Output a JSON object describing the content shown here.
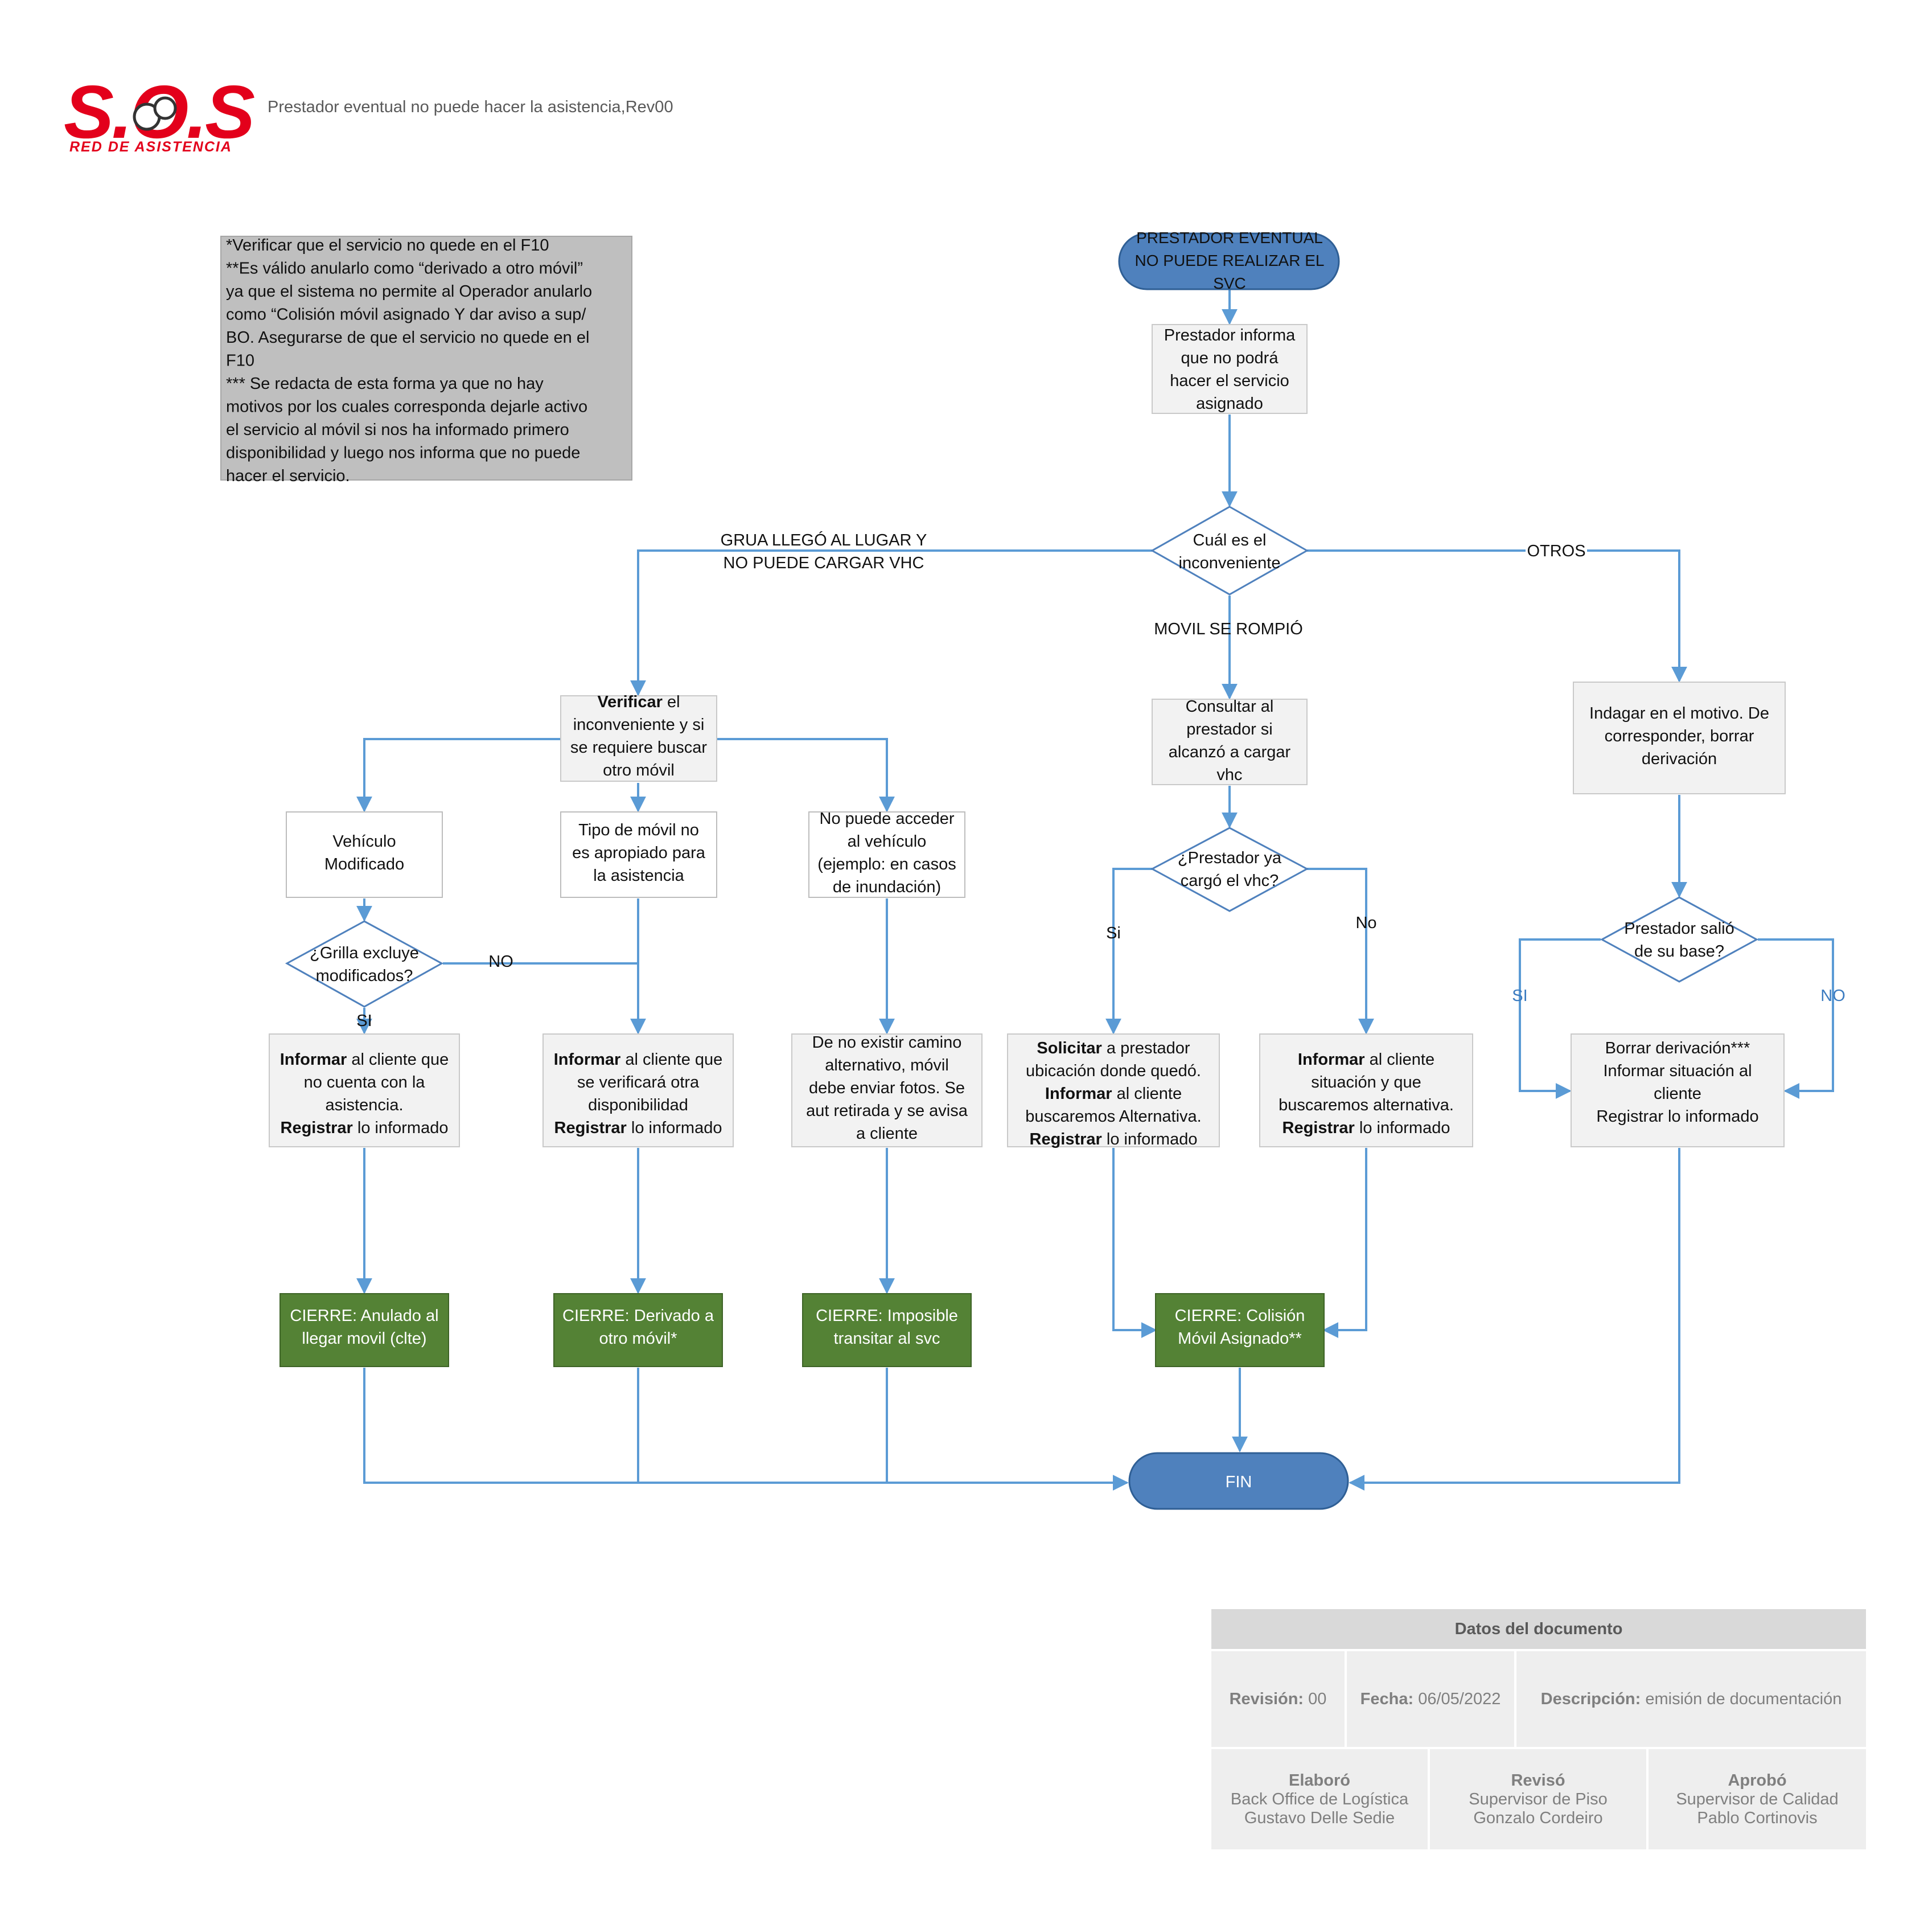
{
  "header": {
    "logo_text": "S.O.S",
    "logo_subtitle": "RED DE ASISTENCIA",
    "title": "Prestador eventual no puede hacer la asistencia,Rev00"
  },
  "note": {
    "lines": [
      "*Verificar que el servicio no quede en el F10",
      "**Es válido anularlo como “derivado a otro móvil”",
      "ya que el sistema no permite al Operador anularlo",
      "como “Colisión móvil asignado Y dar aviso a sup/",
      "BO. Asegurarse de que el servicio no quede en el",
      "F10",
      "*** Se redacta de esta forma ya que no hay",
      "motivos por los cuales corresponda dejarle activo",
      "el servicio al móvil si nos ha informado primero",
      "disponibilidad y luego nos informa que no puede",
      "hacer el servicio."
    ]
  },
  "flow": {
    "start": [
      "PRESTADOR EVENTUAL",
      "NO PUEDE REALIZAR EL",
      "SVC"
    ],
    "informa": [
      "Prestador informa",
      "que no podrá",
      "hacer el servicio",
      "asignado"
    ],
    "decision_main": [
      "Cuál es el",
      "inconveniente"
    ],
    "label_grua": [
      "GRUA LLEGÓ AL LUGAR Y",
      "NO PUEDE CARGAR VHC"
    ],
    "label_movil": "MOVIL SE ROMPIÓ",
    "label_otros": "OTROS",
    "verificar": {
      "bold": "Verificar",
      "rest1": " el",
      "lines": [
        "inconveniente y si",
        "se requiere buscar",
        "otro móvil"
      ]
    },
    "vehiculo_mod": [
      "Vehículo",
      "Modificado"
    ],
    "tipo_movil": [
      "Tipo de móvil no",
      "es apropiado para",
      "la asistencia"
    ],
    "no_acceder": [
      "No puede acceder",
      "al vehículo",
      "(ejemplo: en casos",
      "de inundación)"
    ],
    "grilla": [
      "¿Grilla excluye",
      "modificados?"
    ],
    "label_grilla_no": "NO",
    "label_grilla_si": "SI",
    "info_no_cuenta": {
      "b1": "Informar",
      "r1": " al cliente que",
      "lines": [
        "no cuenta con la",
        "asistencia."
      ],
      "b2": "Registrar",
      "r2": " lo informado"
    },
    "info_verificara": {
      "b1": "Informar",
      "r1": " al cliente que",
      "lines": [
        "se verificará otra",
        "disponibilidad"
      ],
      "b2": "Registrar",
      "r2": " lo informado"
    },
    "no_camino": [
      "De no existir camino",
      "alternativo, móvil",
      "debe enviar fotos. Se",
      "aut retirada y se avisa",
      "a cliente"
    ],
    "consultar": [
      "Consultar al",
      "prestador si",
      "alcanzó a cargar",
      "vhc"
    ],
    "decision_cargo": [
      "¿Prestador ya",
      "cargó el vhc?"
    ],
    "label_cargo_si": "Si",
    "label_cargo_no": "No",
    "solicitar": {
      "b1": "Solicitar",
      "r1": " a prestador",
      "l2": "ubicación donde quedó.",
      "b3": "Informar",
      "r3": " al cliente",
      "l4": "buscaremos Alternativa.",
      "b5": "Registrar",
      "r5": " lo informado"
    },
    "informar_situacion": {
      "b1": "Informar",
      "r1": " al cliente",
      "lines": [
        "situación y que",
        "buscaremos alternativa."
      ],
      "b2": "Registrar",
      "r2": " lo informado"
    },
    "indagar": [
      "Indagar en el motivo. De",
      "corresponder, borrar",
      "derivación"
    ],
    "decision_base": [
      "Prestador salió",
      "de su base?"
    ],
    "label_base_si": "SI",
    "label_base_no": "NO",
    "borrar": [
      "Borrar derivación***",
      "Informar situación al",
      "cliente",
      "Registrar lo informado"
    ],
    "cierre_anulado": [
      "CIERRE: Anulado al",
      "llegar movil (clte)"
    ],
    "cierre_derivado": [
      "CIERRE: Derivado a",
      "otro móvil*"
    ],
    "cierre_imposible": [
      "CIERRE: Imposible",
      "transitar al svc"
    ],
    "cierre_colision": [
      "CIERRE: Colisión",
      "Móvil Asignado**"
    ],
    "end": "FIN"
  },
  "doc": {
    "title": "Datos del documento",
    "revision_label": "Revisión:",
    "revision_value": " 00",
    "fecha_label": "Fecha:",
    "fecha_value": " 06/05/2022",
    "descripcion_label": "Descripción:",
    "descripcion_value": " emisión de documentación",
    "elaboro": {
      "label": "Elaboró",
      "line1": "Back Office de Logística",
      "line2": "Gustavo Delle Sedie"
    },
    "reviso": {
      "label": "Revisó",
      "line1": "Supervisor de Piso",
      "line2": "Gonzalo Cordeiro"
    },
    "aprobo": {
      "label": "Aprobó",
      "line1": "Supervisor de Calidad",
      "line2": "Pablo Cortinovis"
    }
  },
  "colors": {
    "connector": "#5b9bd5",
    "terminator": "#4f81bd",
    "closure": "#548235",
    "logo_red": "#e3001b"
  }
}
